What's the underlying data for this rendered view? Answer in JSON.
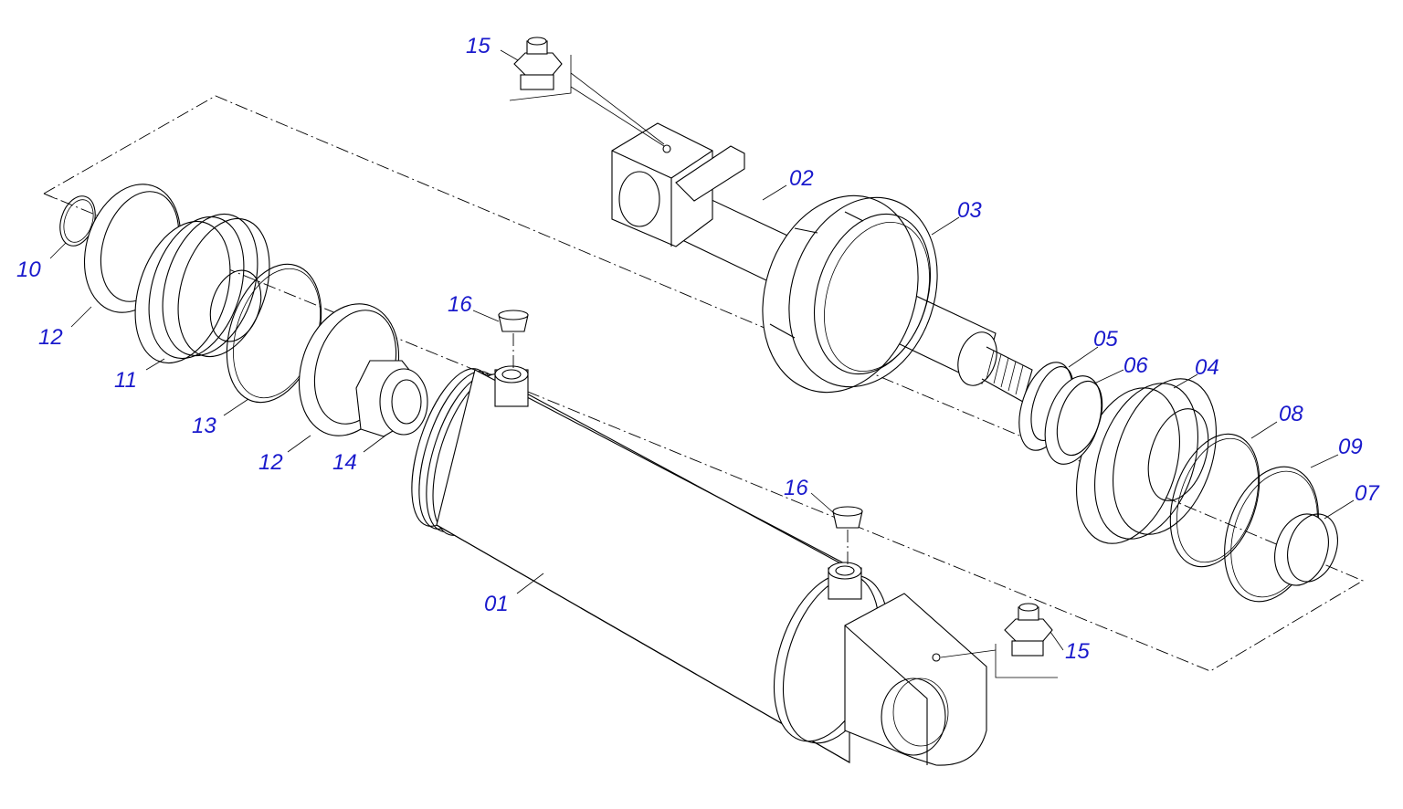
{
  "parts": [
    {
      "id": "p01",
      "number": "01"
    },
    {
      "id": "p02",
      "number": "02"
    },
    {
      "id": "p03",
      "number": "03"
    },
    {
      "id": "p04",
      "number": "04"
    },
    {
      "id": "p05",
      "number": "05"
    },
    {
      "id": "p06",
      "number": "06"
    },
    {
      "id": "p07",
      "number": "07"
    },
    {
      "id": "p08",
      "number": "08"
    },
    {
      "id": "p09",
      "number": "09"
    },
    {
      "id": "p10",
      "number": "10"
    },
    {
      "id": "p11",
      "number": "11"
    },
    {
      "id": "p12a",
      "number": "12"
    },
    {
      "id": "p12b",
      "number": "12"
    },
    {
      "id": "p13",
      "number": "13"
    },
    {
      "id": "p14",
      "number": "14"
    },
    {
      "id": "p15a",
      "number": "15"
    },
    {
      "id": "p15b",
      "number": "15"
    },
    {
      "id": "p16a",
      "number": "16"
    },
    {
      "id": "p16b",
      "number": "16"
    }
  ],
  "colors": {
    "label": "#1a1acc",
    "line": "#000000",
    "background": "#ffffff"
  }
}
